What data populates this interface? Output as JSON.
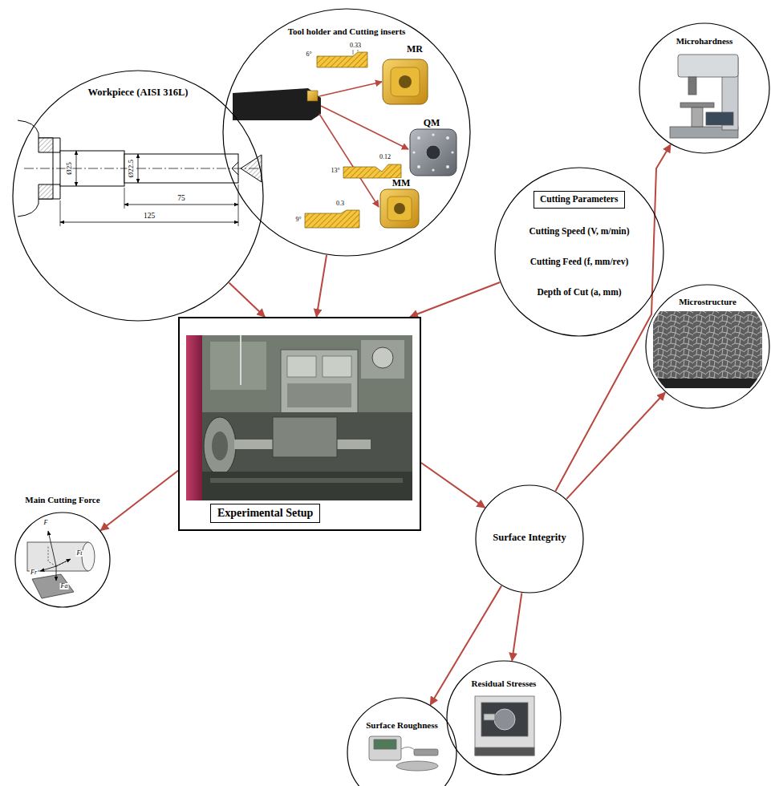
{
  "diagram": {
    "nodes": [
      {
        "text": [
          "Workpiece (AISI 316L)"
        ]
      },
      {
        "text": [
          "Tool holder and Cutting inserts"
        ]
      },
      {
        "text": [
          "Cutting Speed (V, m/min)",
          "Cutting Feed (f, mm/rev)",
          "Depth of Cut (a, mm)"
        ]
      },
      {
        "text": [
          "Cutting Parameters"
        ],
        "in": 2
      },
      {
        "text": [
          "Experimental Setup"
        ]
      },
      {
        "text": [
          "Main Cutting Force"
        ]
      },
      {
        "text": [
          "Surface Integrity"
        ]
      },
      {
        "text": [
          "Microhardness"
        ]
      },
      {
        "text": [
          "Microstructure"
        ]
      },
      {
        "text": [
          "Residual Stresses"
        ]
      },
      {
        "text": [
          "Surface Roughness"
        ]
      }
    ],
    "edges": [
      {
        "from": 0,
        "to": 4,
        "arrow": "to"
      },
      {
        "from": 1,
        "to": 4,
        "arrow": "to"
      },
      {
        "from": 2,
        "to": 4,
        "arrow": "to"
      },
      {
        "from": 4,
        "to": 5,
        "arrow": "to"
      },
      {
        "from": 4,
        "to": 6,
        "arrow": "to"
      },
      {
        "from": 6,
        "to": 7,
        "arrow": "to"
      },
      {
        "from": 6,
        "to": 8,
        "arrow": "to"
      },
      {
        "from": 6,
        "to": 9,
        "arrow": "to"
      },
      {
        "from": 6,
        "to": 10,
        "arrow": "to"
      }
    ],
    "labels": [
      "Ø25",
      "Ø22.5",
      "75",
      "125",
      "MR",
      "0.33",
      "6°",
      "QM",
      "0.12",
      "13°",
      "MM",
      "0.3",
      "9°",
      "F",
      "Ft",
      "Fr",
      "Fa"
    ]
  }
}
